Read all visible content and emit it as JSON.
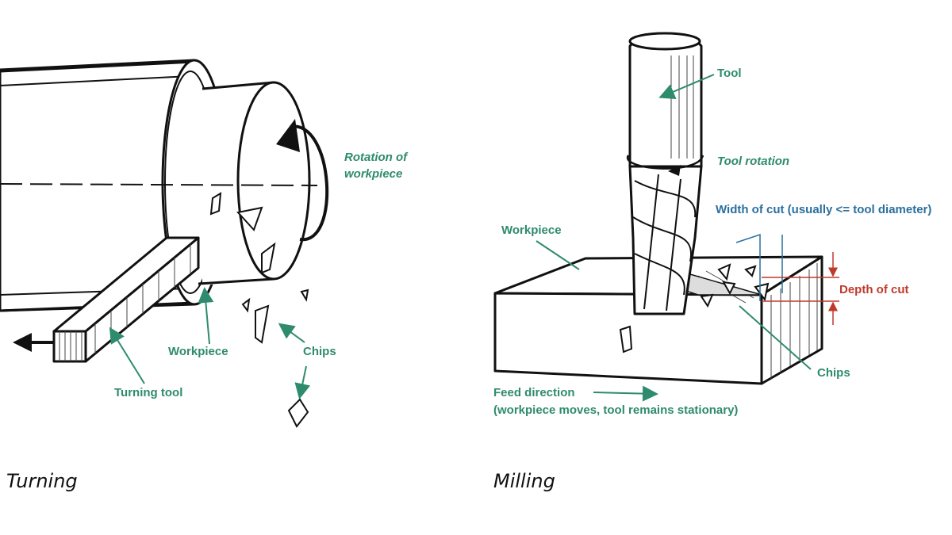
{
  "turning": {
    "caption": "Turning",
    "labels": {
      "rotation_line1": "Rotation of",
      "rotation_line2": "workpiece",
      "workpiece": "Workpiece",
      "chips": "Chips",
      "turning_tool": "Turning tool"
    }
  },
  "milling": {
    "caption": "Milling",
    "labels": {
      "tool": "Tool",
      "tool_rotation": "Tool rotation",
      "width_of_cut": "Width of cut (usually <= tool diameter)",
      "workpiece": "Workpiece",
      "depth_of_cut": "Depth of cut",
      "chips": "Chips",
      "feed_direction": "Feed direction",
      "feed_note": "(workpiece moves, tool remains stationary)"
    }
  },
  "colors": {
    "label_green": "#2e8b6e",
    "label_blue": "#2a6f9e",
    "label_red": "#c0392b",
    "ink": "#111111"
  }
}
